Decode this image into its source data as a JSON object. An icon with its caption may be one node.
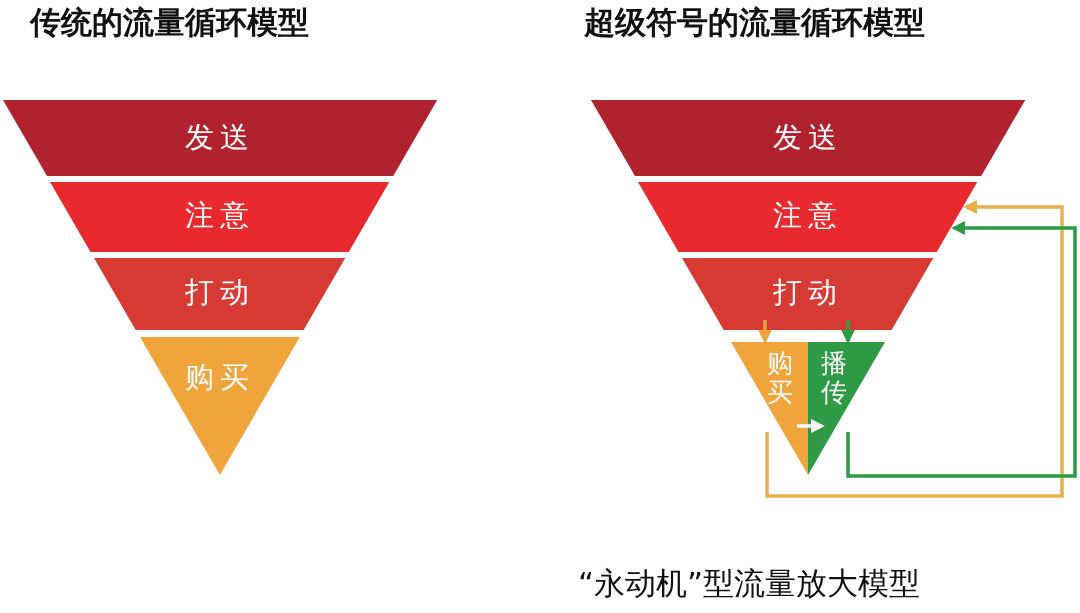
{
  "diagram": {
    "caption": "“永动机”型流量放大模型",
    "nodes": [
      {
        "text": [
          "发送"
        ]
      },
      {
        "text": [
          "注意"
        ]
      },
      {
        "text": [
          "打动"
        ]
      },
      {
        "text": [
          "购买"
        ]
      },
      {
        "text": [
          "发送"
        ]
      },
      {
        "text": [
          "注意"
        ]
      },
      {
        "text": [
          "打动"
        ]
      },
      {
        "text": [
          "购买"
        ]
      },
      {
        "text": [
          "播传"
        ]
      }
    ],
    "edges": [
      {
        "from": 6,
        "to": 7,
        "arrow": "to",
        "color": "#f0a43c"
      },
      {
        "from": 6,
        "to": 8,
        "arrow": "to",
        "color": "#2e9a45"
      },
      {
        "from": 7,
        "to": 8,
        "arrow": "to",
        "color": "#ffffff"
      },
      {
        "from": 7,
        "to": 5,
        "arrow": "to",
        "color": "#e8b04a"
      },
      {
        "from": 8,
        "to": 5,
        "arrow": "to",
        "color": "#2e9a45"
      }
    ],
    "labels": [
      "传统的流量循环模型",
      "超级符号的流量循环模型"
    ]
  }
}
